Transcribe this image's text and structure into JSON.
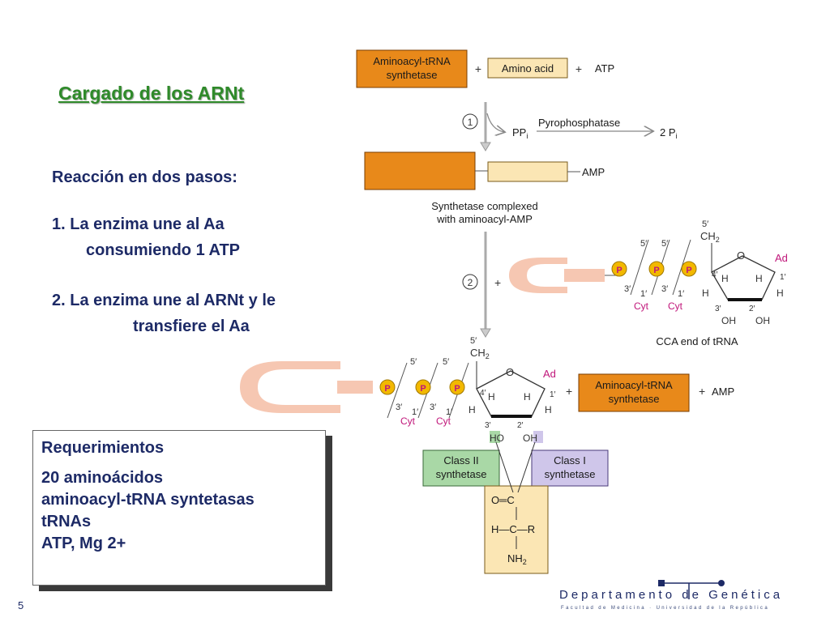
{
  "slide": {
    "title": "Cargado de los ARNt",
    "intro": "Reacción en dos pasos:",
    "step1_a": "1. La enzima une al Aa",
    "step1_b": "consumiendo 1 ATP",
    "step2_a": "2. La enzima une al ARNt y le",
    "step2_b": "transfiere el Aa",
    "page_number": "5"
  },
  "requirements": {
    "heading": "Requerimientos",
    "items": [
      "20 aminoácidos",
      "aminoacyl-tRNA syntetasas",
      "tRNAs",
      "ATP, Mg 2+"
    ]
  },
  "diagram": {
    "enzyme_label_1": "Aminoacyl-tRNA",
    "enzyme_label_2": "synthetase",
    "plus": "+",
    "amino_acid": "Amino acid",
    "atp": "ATP",
    "step1_number": "1",
    "step2_number": "2",
    "ppi": "PP",
    "ppi_sub": "i",
    "pyrophosphatase": "Pyrophosphatase",
    "two_pi": "2 P",
    "two_pi_sub": "i",
    "amp": "AMP",
    "complex_label_1": "Synthetase complexed",
    "complex_label_2": "with aminoacyl-AMP",
    "five_prime": "5′",
    "three_prime": "3′",
    "one_prime": "1′",
    "four_prime": "4′",
    "two_prime": "2′",
    "ch2": "CH",
    "ch2_sub": "2",
    "o": "O",
    "ad": "Ad",
    "h": "H",
    "oh": "OH",
    "ho": "HO",
    "p": "P",
    "cyt": "Cyt",
    "cca_end": "CCA end of tRNA",
    "class2_1": "Class II",
    "class2_2": "synthetase",
    "class1_1": "Class I",
    "class1_2": "synthetase",
    "o_eq_c": "O═C",
    "h_c_r": "H—C—R",
    "nh2": "NH",
    "nh2_sub": "2",
    "colors": {
      "orange": "#e8891a",
      "cream": "#fbe6b4",
      "pink": "#f6c7b2",
      "green_box": "#a9d8a6",
      "purple_box": "#cfc6ea",
      "phosphate": "#f2b800",
      "magenta": "#c0167a"
    }
  },
  "footer": {
    "department": "Departamento de Genética",
    "subtitle": "Facultad de Medicina · Universidad de la República"
  }
}
